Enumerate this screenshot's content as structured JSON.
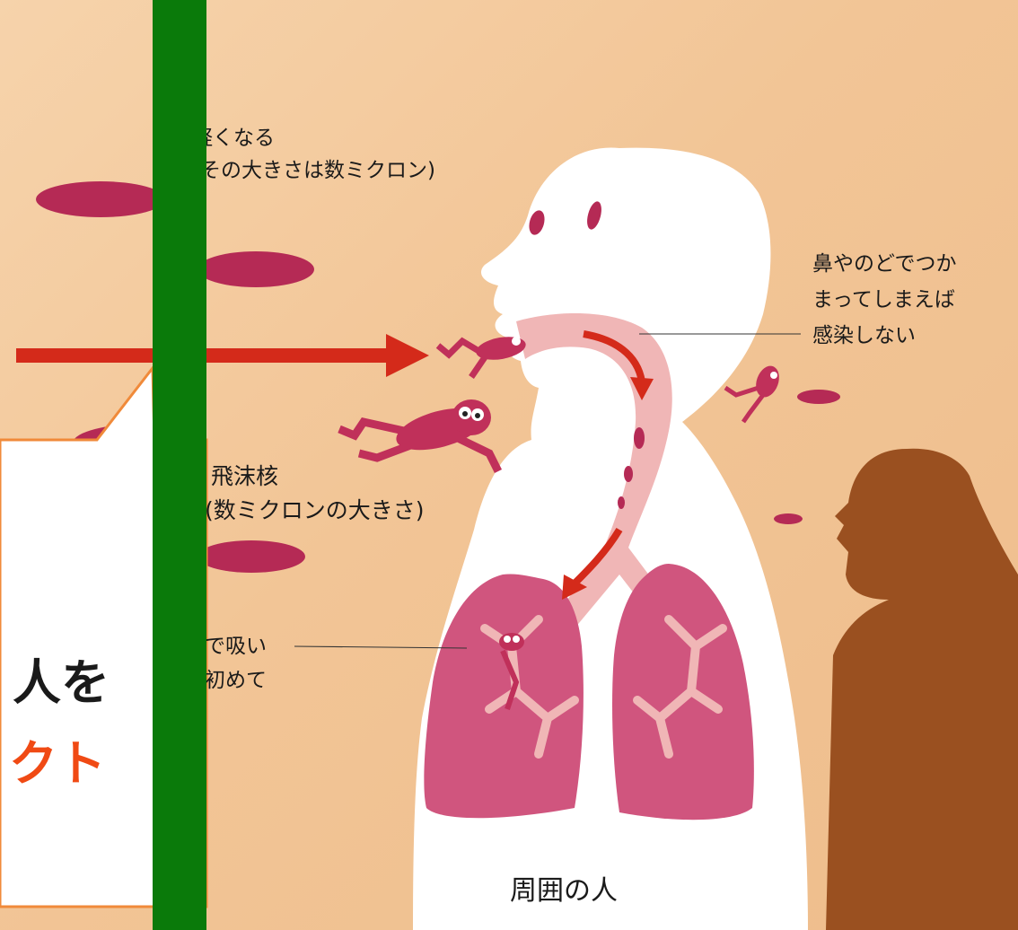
{
  "labels": {
    "light": "軽くなる",
    "size_note": "(その大きさは数ミクロン)",
    "nose_line1": "鼻やのどでつか",
    "nose_line2": "まってしまえば",
    "nose_line3": "感染しない",
    "nucleus_title": "飛沫核",
    "nucleus_sub": "(数ミクロンの大きさ)",
    "inhale_line1": "で吸い",
    "inhale_line2": "初めて",
    "people": "周囲の人"
  },
  "callout": {
    "line1": "人を",
    "line2": "クト"
  },
  "colors": {
    "background": "#f2c596",
    "droplet": "#b52a55",
    "germ": "#c0305a",
    "arrow": "#d42a1a",
    "body": "#ffffff",
    "airway": "#f0b6b6",
    "lungs": "#d0557e",
    "bystander": "#9a5020",
    "callout_border": "#f08a3a",
    "callout_accent": "#f04a14",
    "green_bar": "#0a7a0a"
  }
}
